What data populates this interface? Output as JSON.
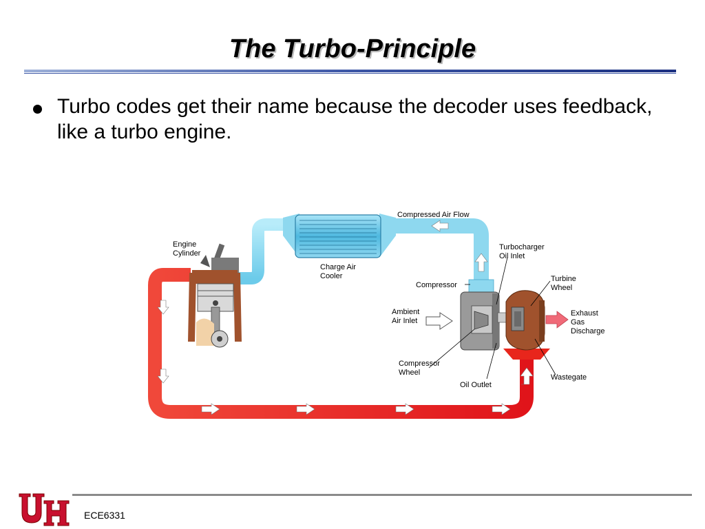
{
  "slide": {
    "title": "The Turbo-Principle",
    "bullet": "Turbo codes get their name because the decoder uses feedback, like a turbo engine.",
    "footer": "ECE6331"
  },
  "diagram": {
    "labels": {
      "engine_cylinder": [
        "Engine",
        "Cylinder"
      ],
      "compressed_air_flow": "Compressed Air Flow",
      "charge_air_cooler": [
        "Charge Air",
        "Cooler"
      ],
      "turbocharger_oil_inlet": [
        "Turbocharger",
        "Oil Inlet"
      ],
      "compressor": "Compressor",
      "turbine_wheel": [
        "Turbine",
        "Wheel"
      ],
      "ambient_air_inlet": [
        "Ambient",
        "Air Inlet"
      ],
      "exhaust_gas_discharge": [
        "Exhaust",
        "Gas",
        "Discharge"
      ],
      "compressor_wheel": [
        "Compressor",
        "Wheel"
      ],
      "oil_outlet": "Oil Outlet",
      "wastegate": "Wastegate"
    },
    "colors": {
      "intake_air": "#8ed8ef",
      "exhaust": "#e8261c",
      "turbine": "#a0522d",
      "compressor_housing": "#9a9a9a"
    }
  },
  "logo": {
    "text": "UH",
    "color": "#c8102e"
  }
}
